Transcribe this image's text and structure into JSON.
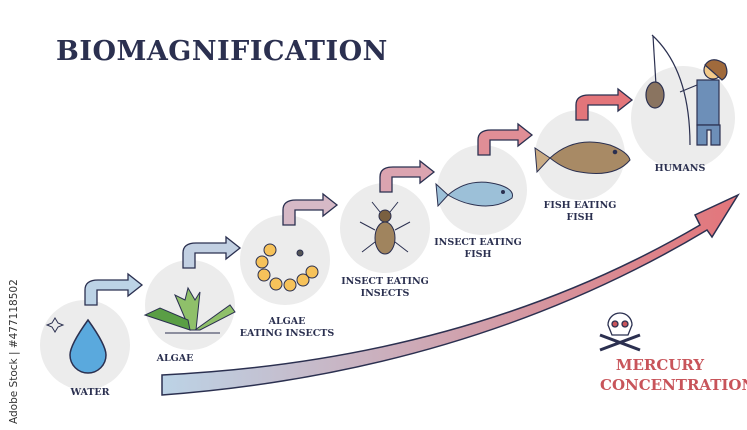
{
  "title": "BIOMAGNIFICATION",
  "stages": [
    {
      "label": "WATER"
    },
    {
      "label": "ALGAE"
    },
    {
      "label_line1": "ALGAE",
      "label_line2": "EATING INSECTS"
    },
    {
      "label_line1": "INSECT EATING",
      "label_line2": "INSECTS"
    },
    {
      "label_line1": "INSECT EATING",
      "label_line2": "FISH"
    },
    {
      "label_line1": "FISH EATING",
      "label_line2": "FISH"
    },
    {
      "label": "HUMANS"
    }
  ],
  "mercury": {
    "line1": "MERCURY",
    "line2": "CONCENTRATION",
    "icon": "skull-crossbones-icon"
  },
  "watermark": "Adobe Stock | #477118502",
  "colors": {
    "title": "#2b3050",
    "mercury": "#c8545a",
    "circle": "#ebebeb"
  }
}
